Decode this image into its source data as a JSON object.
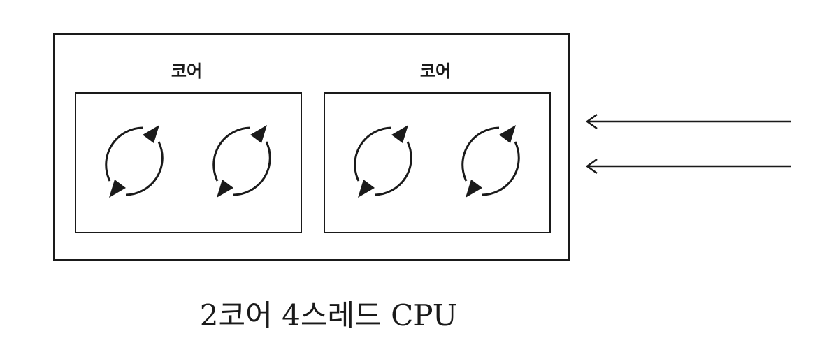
{
  "diagram": {
    "caption": "2코어 4스레드 CPU",
    "cores": [
      {
        "label": "코어",
        "threads": [
          "thread",
          "thread"
        ]
      },
      {
        "label": "코어",
        "threads": [
          "thread",
          "thread"
        ]
      }
    ],
    "incoming_arrow_count": 2,
    "colors": {
      "stroke": "#1a1a1a",
      "background": "#ffffff"
    }
  }
}
